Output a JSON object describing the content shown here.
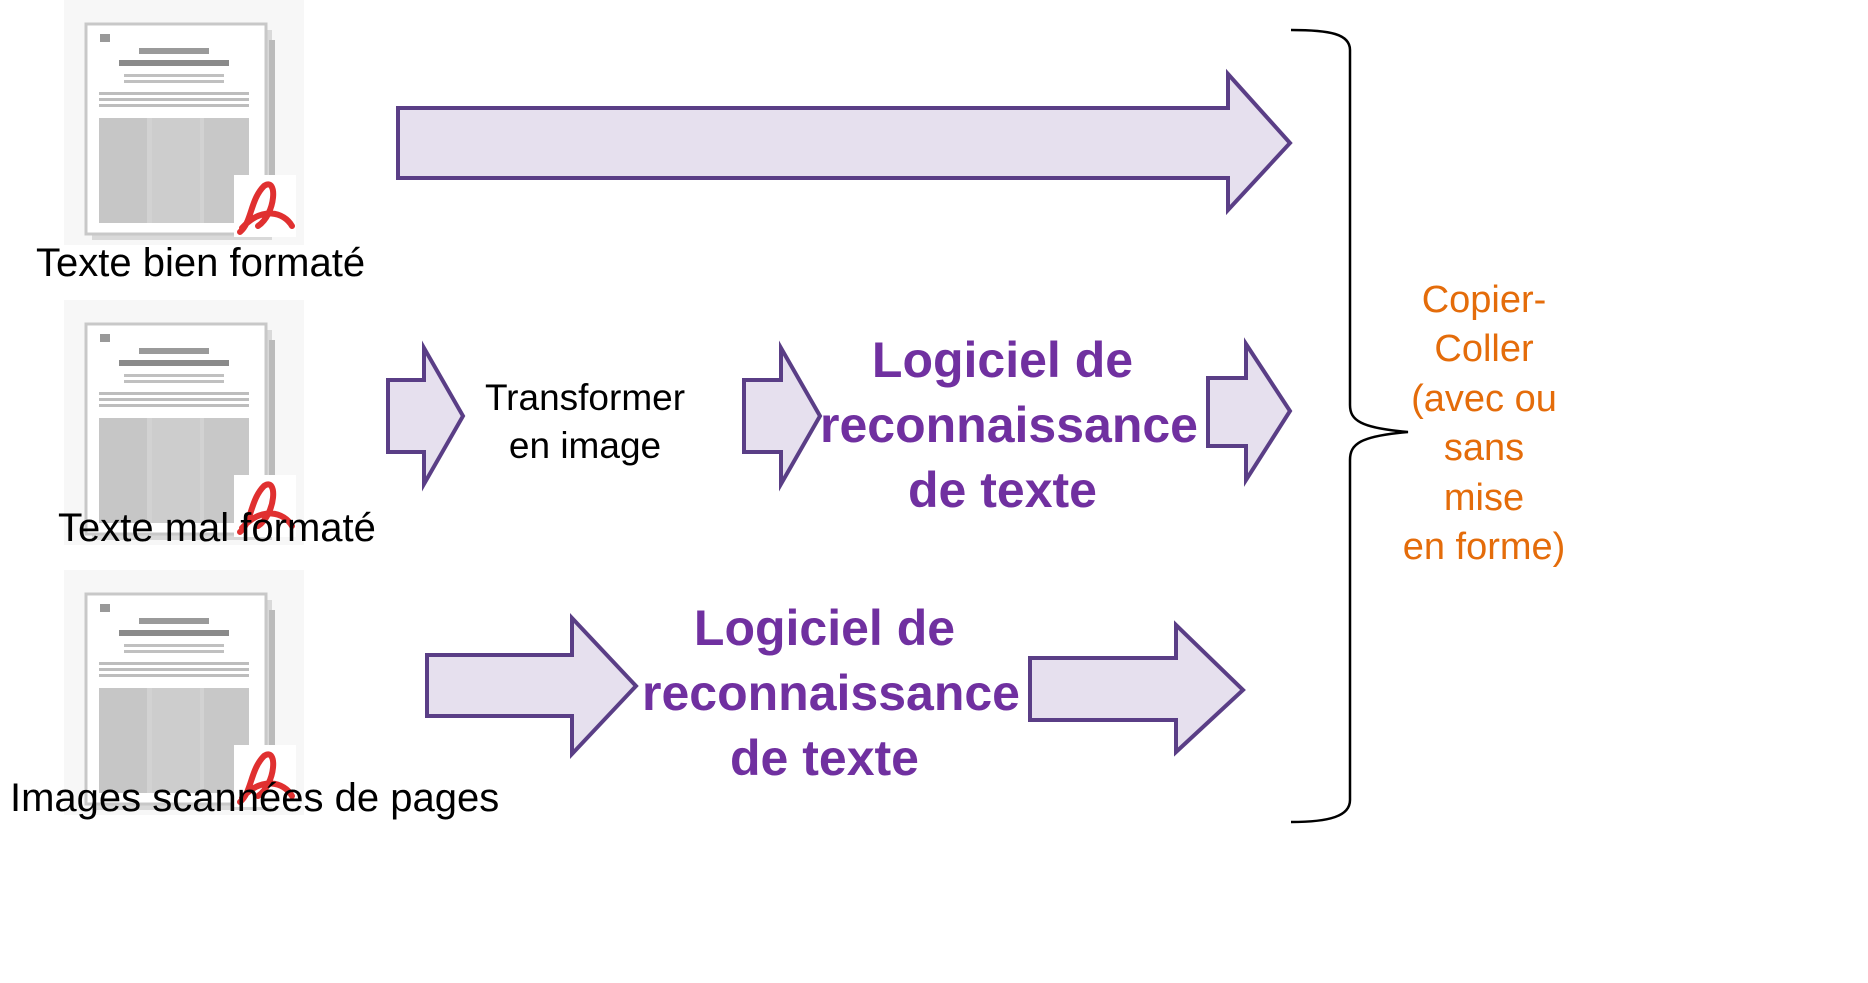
{
  "colors": {
    "arrow_fill": "#e6e0ee",
    "arrow_stroke": "#5a3e86",
    "ocr_text": "#7030a0",
    "result_text": "#e46c0a",
    "pdf_icon": "#e03030"
  },
  "documents": [
    {
      "label": "Texte bien formaté",
      "icon": "pdf-document-icon"
    },
    {
      "label": "Texte mal formaté",
      "icon": "pdf-document-icon"
    },
    {
      "label": "Images scannées de pages",
      "icon": "pdf-document-icon"
    }
  ],
  "steps": {
    "transform": {
      "line1": "Transformer",
      "line2": "en image"
    }
  },
  "ocr_boxes": [
    {
      "line1": "Logiciel de",
      "line2": "reconnaissance",
      "line3": "de texte"
    },
    {
      "line1": "Logiciel de",
      "line2": "reconnaissance",
      "line3": "de texte"
    }
  ],
  "result": {
    "lines": [
      "Copier-",
      "Coller",
      "(avec ou",
      "sans",
      "mise",
      "en forme)"
    ]
  }
}
